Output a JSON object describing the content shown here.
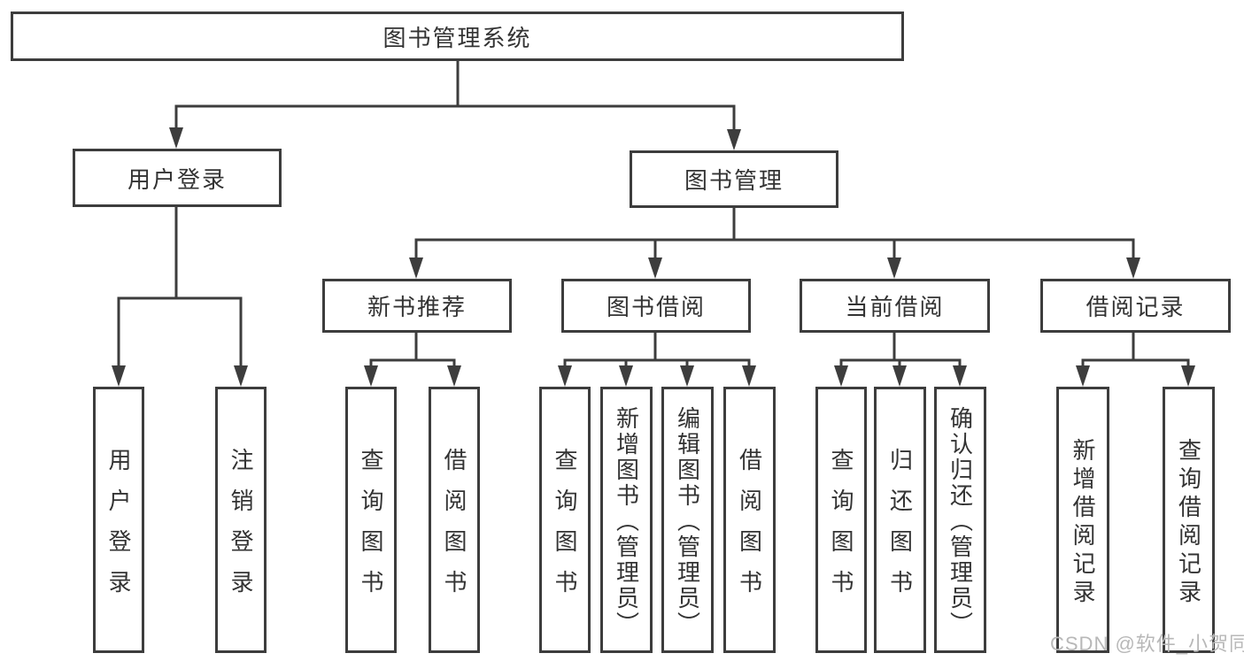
{
  "colors": {
    "line": "#3d3d3d",
    "border": "#3d3d3d",
    "text": "#333333",
    "box_background": "#ffffff",
    "watermark": "#b8b8b8"
  },
  "nodes": {
    "root": "图书管理系统",
    "user_login": "用户登录",
    "book_mgmt": "图书管理",
    "new_books": "新书推荐",
    "book_borrow": "图书借阅",
    "current_borrow": "当前借阅",
    "borrow_records": "借阅记录",
    "ul_login": "用户登录",
    "ul_logout": "注销登录",
    "nb_query": "查询图书",
    "nb_borrow": "借阅图书",
    "bb_query": "查询图书",
    "bb_add": "新增图书（管理员）",
    "bb_edit": "编辑图书（管理员）",
    "bb_borrow": "借阅图书",
    "cb_query": "查询图书",
    "cb_return": "归还图书",
    "cb_confirm": "确认归还（管理员）",
    "br_add": "新增借阅记录",
    "br_query": "查询借阅记录"
  },
  "watermark": {
    "text": "CSDN @软件_小贺同学"
  }
}
